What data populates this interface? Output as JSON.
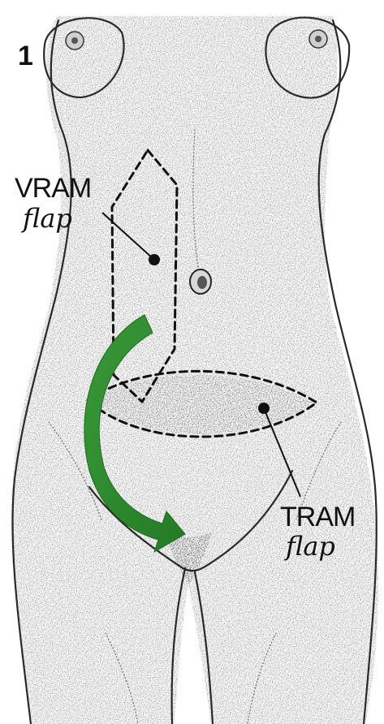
{
  "figure_number": "1",
  "labels": {
    "vram_line1": "VRAM",
    "vram_line2": "flap",
    "tram_line1": "TRAM",
    "tram_line2": "flap"
  },
  "colors": {
    "arrow": "#2e8b2e",
    "ink": "#111111",
    "background": "#ffffff"
  }
}
